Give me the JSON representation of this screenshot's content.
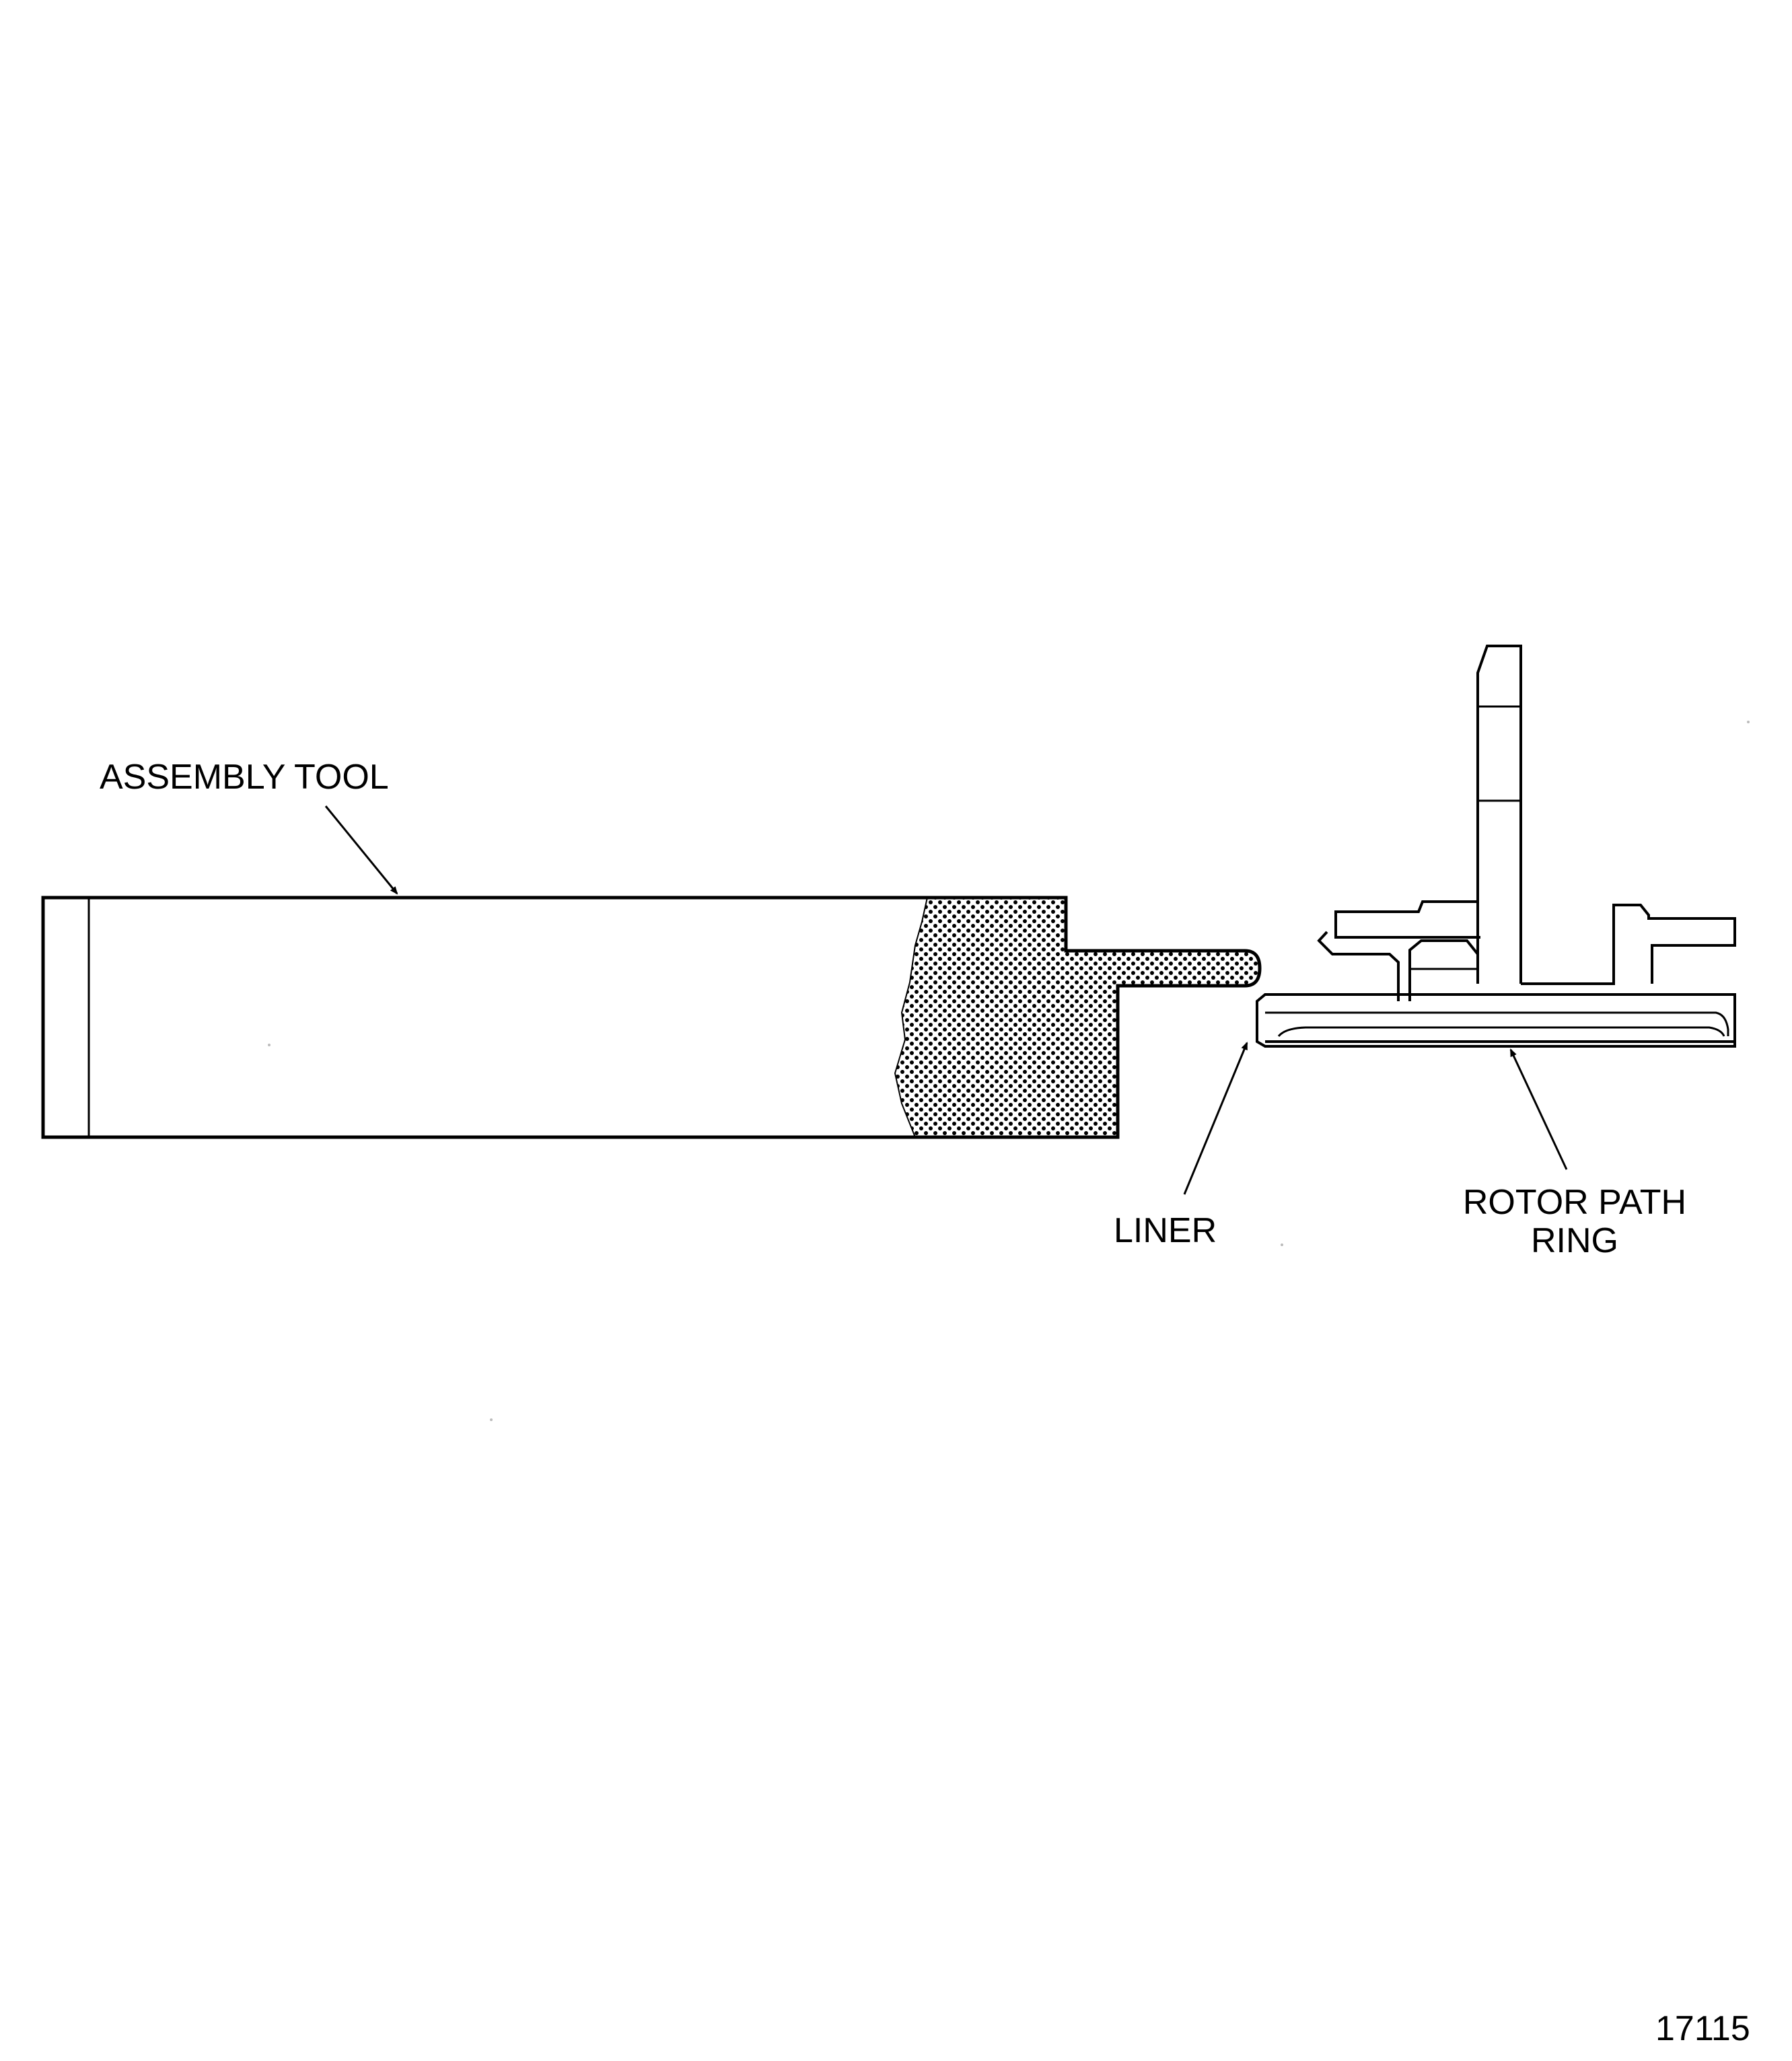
{
  "labels": {
    "assembly_tool": "ASSEMBLY TOOL",
    "liner": "LINER",
    "rotor_path_ring_line1": "ROTOR PATH",
    "rotor_path_ring_line2": "RING"
  },
  "figure_number": "17115",
  "colors": {
    "ink": "#000000",
    "background": "#ffffff"
  }
}
